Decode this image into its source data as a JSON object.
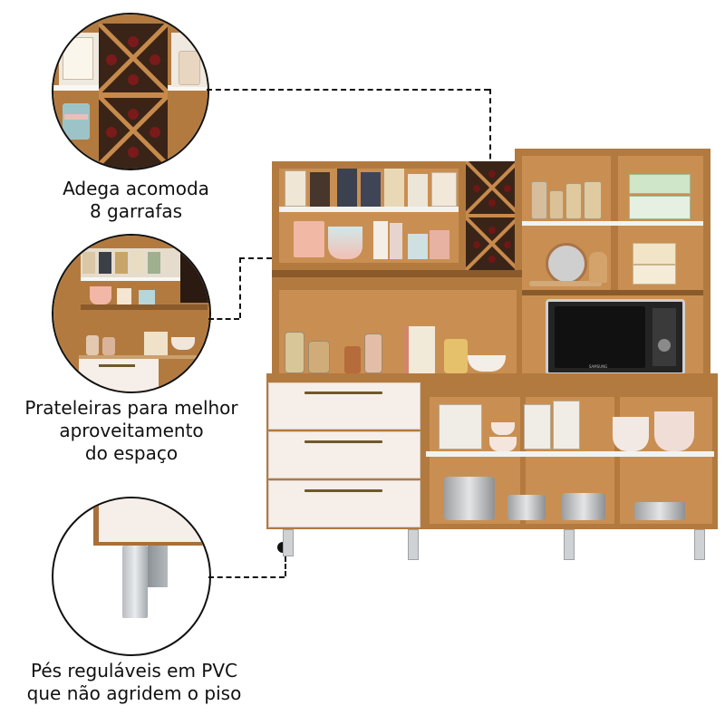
{
  "features": [
    {
      "id": "wine_rack",
      "lines": [
        "Adega acomoda",
        "8 garrafas"
      ],
      "icon": "wine-rack-detail"
    },
    {
      "id": "shelves",
      "lines": [
        "Prateleiras para melhor",
        "aproveitamento",
        "do espaço"
      ],
      "icon": "shelves-detail"
    },
    {
      "id": "feet",
      "lines": [
        "Pés reguláveis em PVC",
        "que não agridem o piso"
      ],
      "icon": "adjustable-feet-detail"
    }
  ],
  "microwave": {
    "brand": "SAMSUNG"
  },
  "colors": {
    "wood": "#b37a3f",
    "drawer": "#f6eee9",
    "handle": "#6e5a2a",
    "text": "#111111"
  }
}
